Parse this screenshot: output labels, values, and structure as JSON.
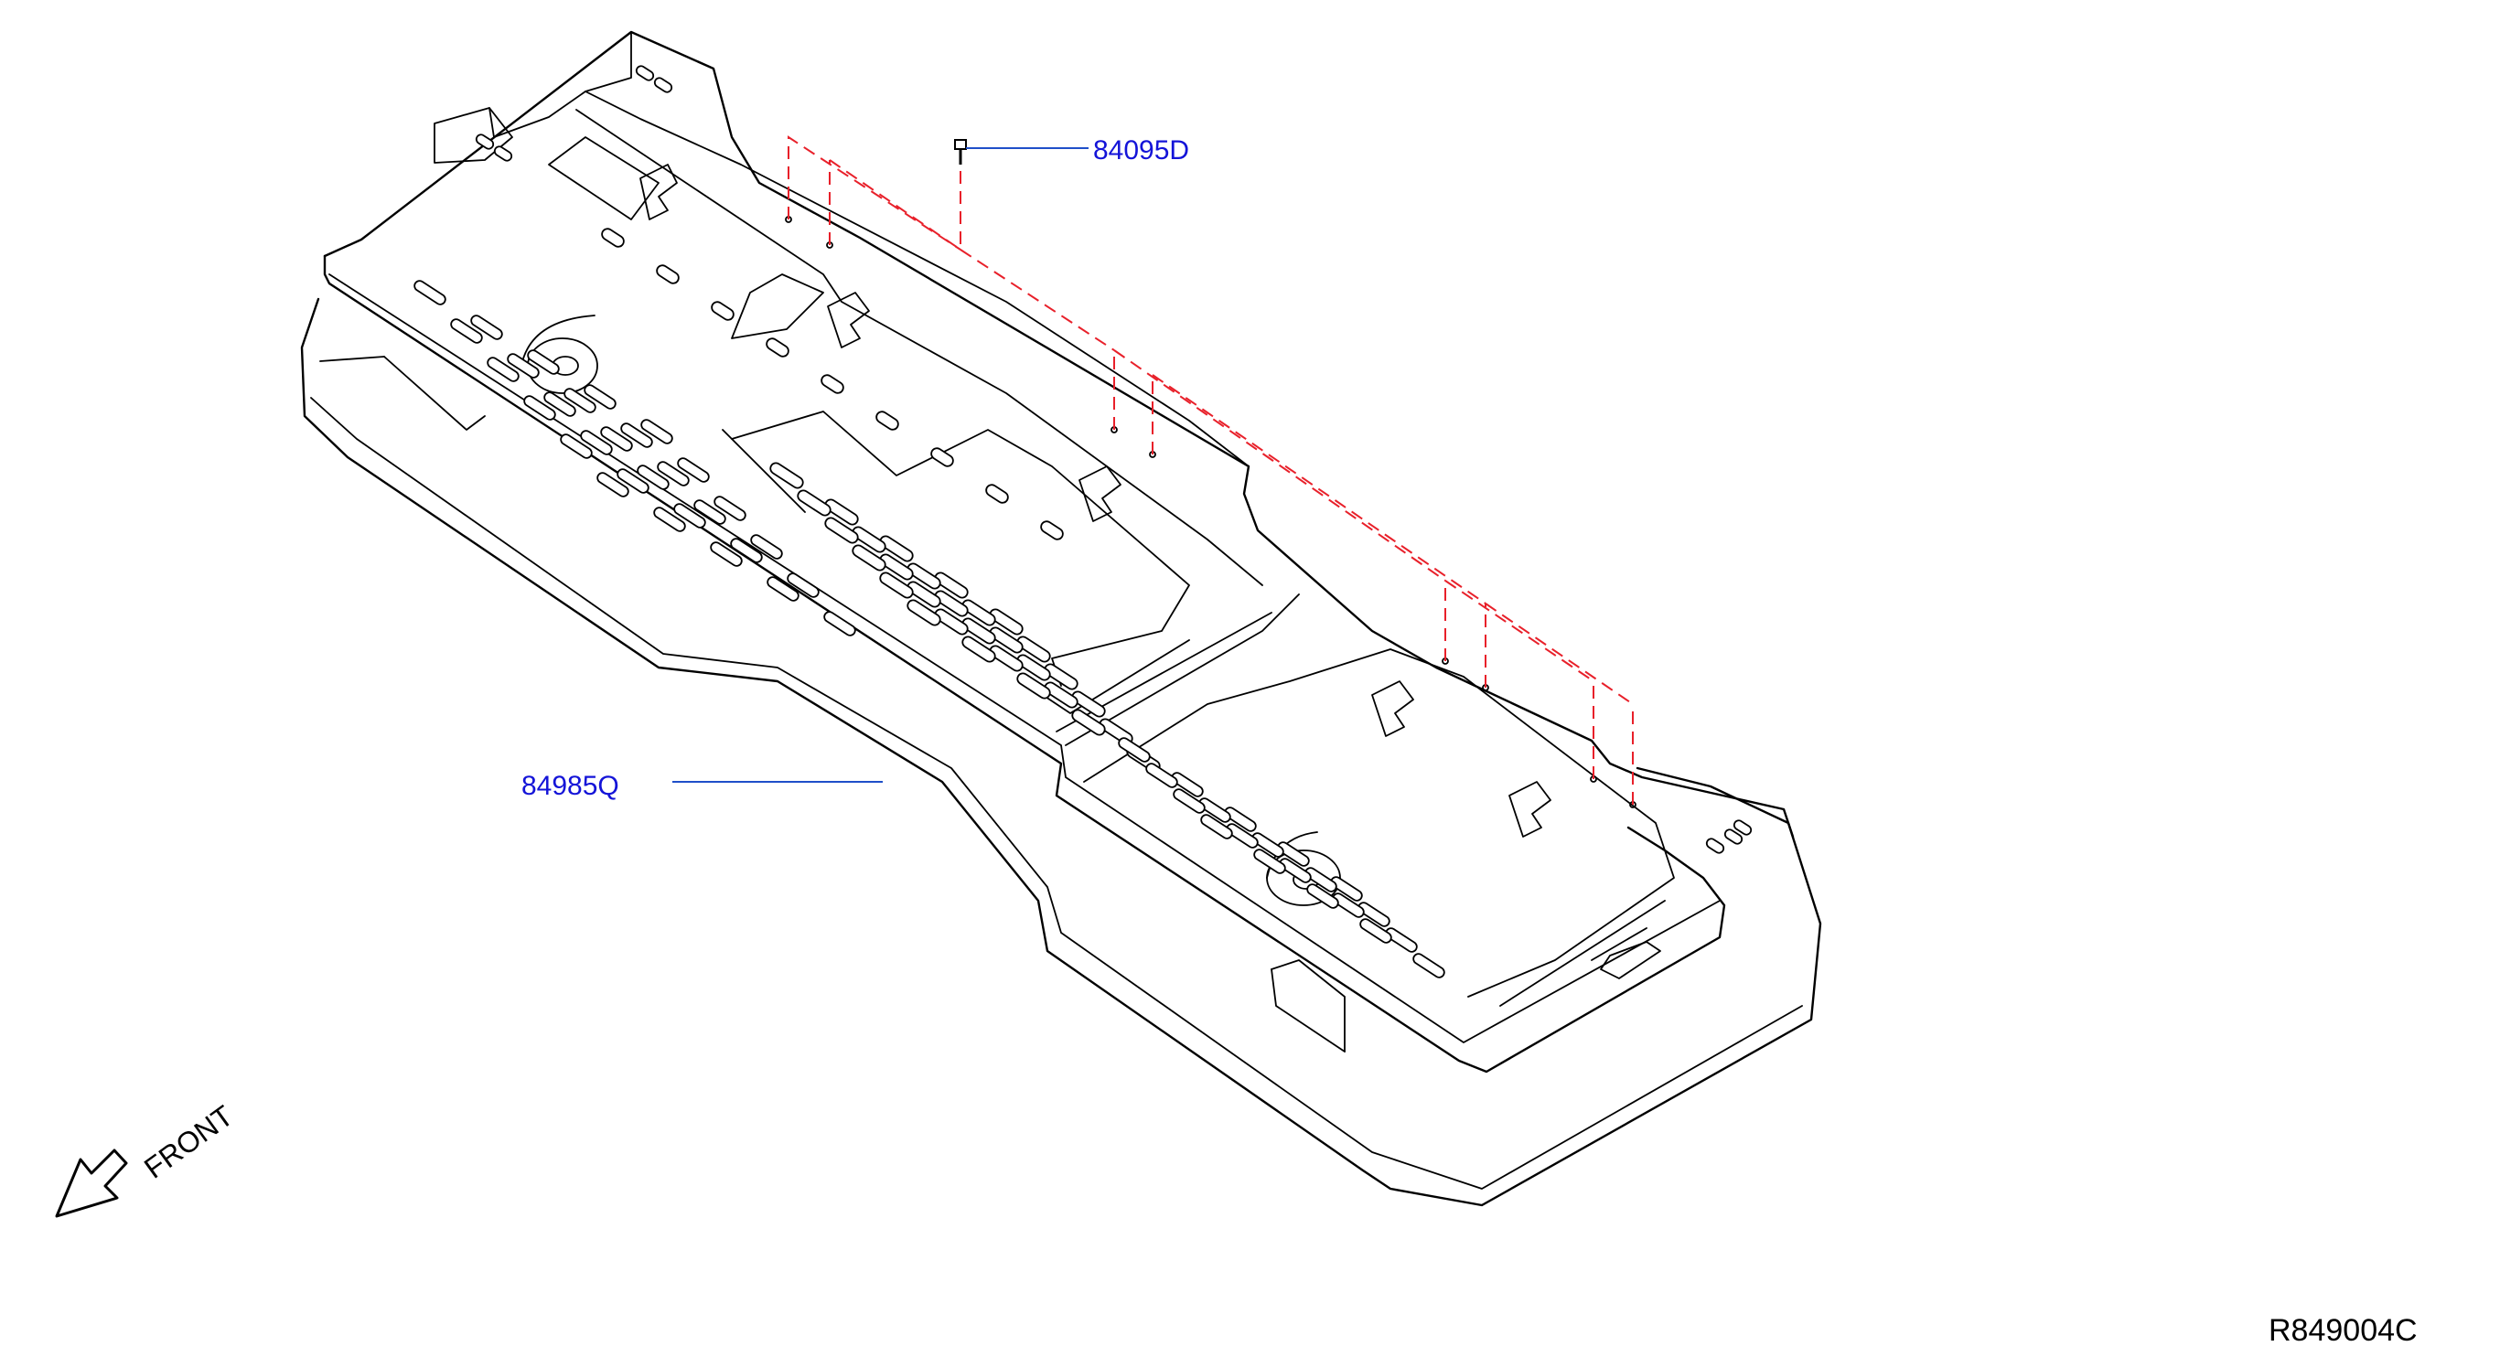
{
  "parts": [
    {
      "id": "clip",
      "number": "84095D"
    },
    {
      "id": "board",
      "number": "84985Q"
    }
  ],
  "direction_label": "FRONT",
  "diagram_ref": "R849004C",
  "colors": {
    "part_label": "#1414d8",
    "leader_line": "#1f4fc9",
    "hidden_line": "#e8202a",
    "outline": "#000000"
  },
  "icons": {
    "direction": "front-arrow-icon",
    "fastener": "clip-icon"
  }
}
